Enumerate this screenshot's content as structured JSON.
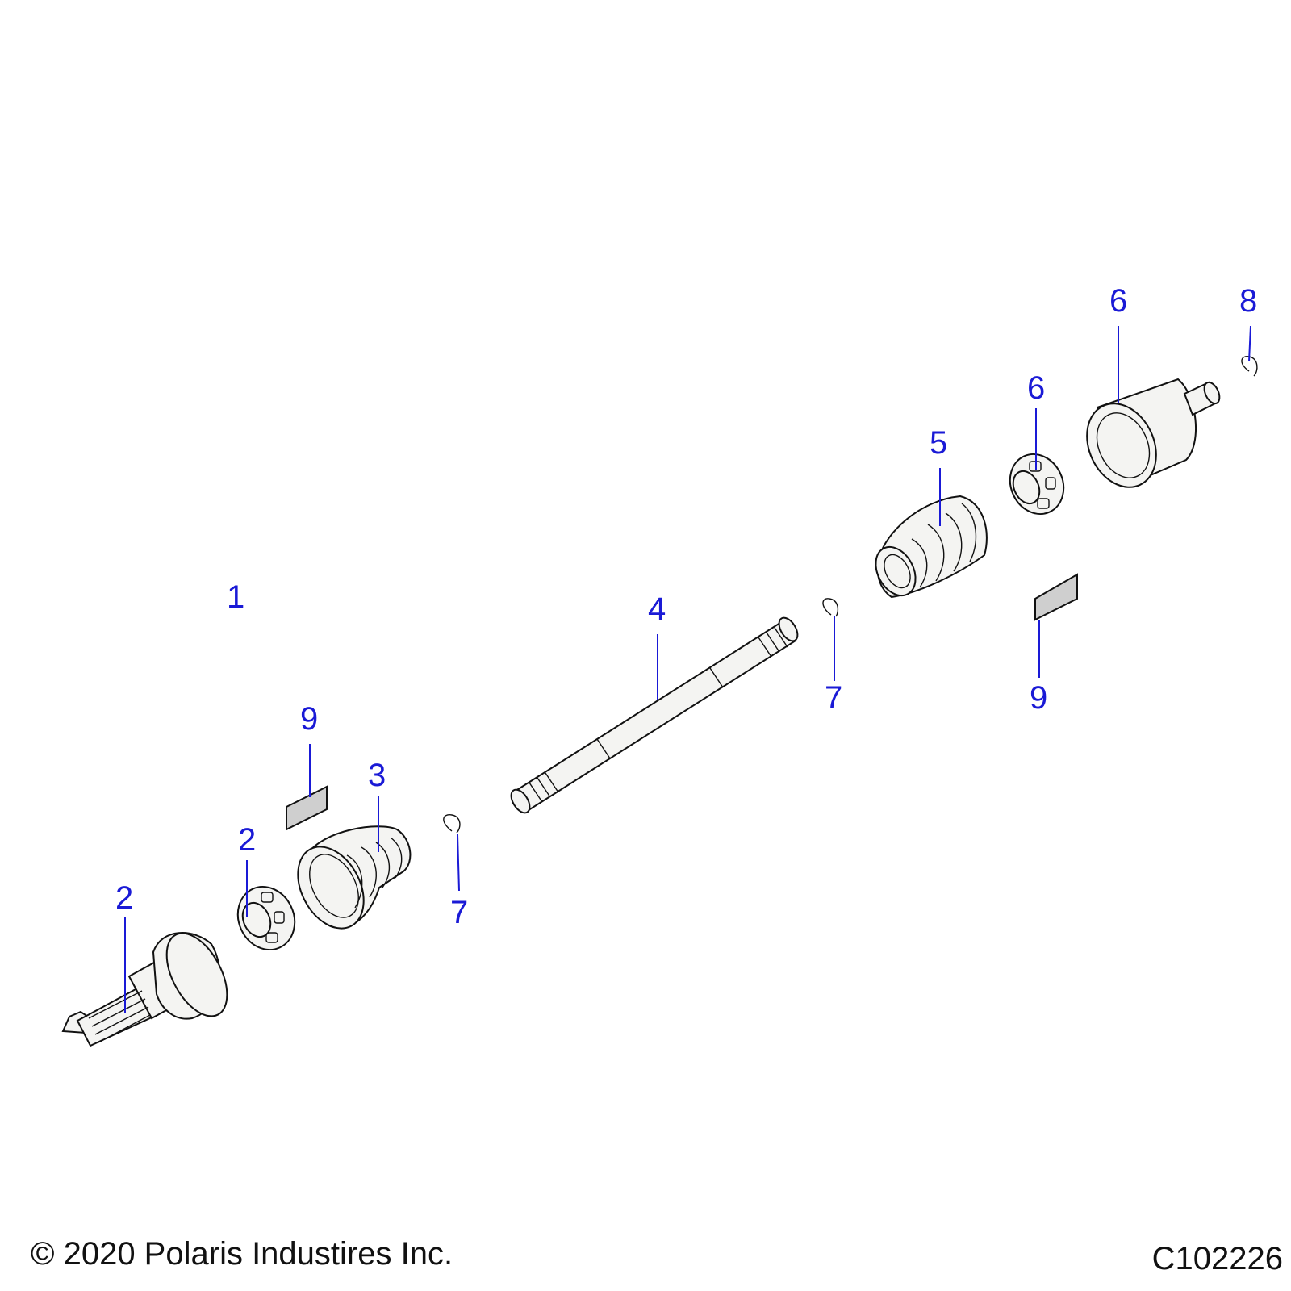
{
  "callouts": {
    "c1": "1",
    "c2a": "2",
    "c2b": "2",
    "c3": "3",
    "c4": "4",
    "c5": "5",
    "c6a": "6",
    "c6b": "6",
    "c7a": "7",
    "c7b": "7",
    "c8": "8",
    "c9a": "9",
    "c9b": "9"
  },
  "footer": {
    "copyright": "© 2020 Polaris Industires Inc.",
    "figure_id": "C102226"
  },
  "colors": {
    "callout": "#1a1ad6",
    "line": "#111111"
  }
}
